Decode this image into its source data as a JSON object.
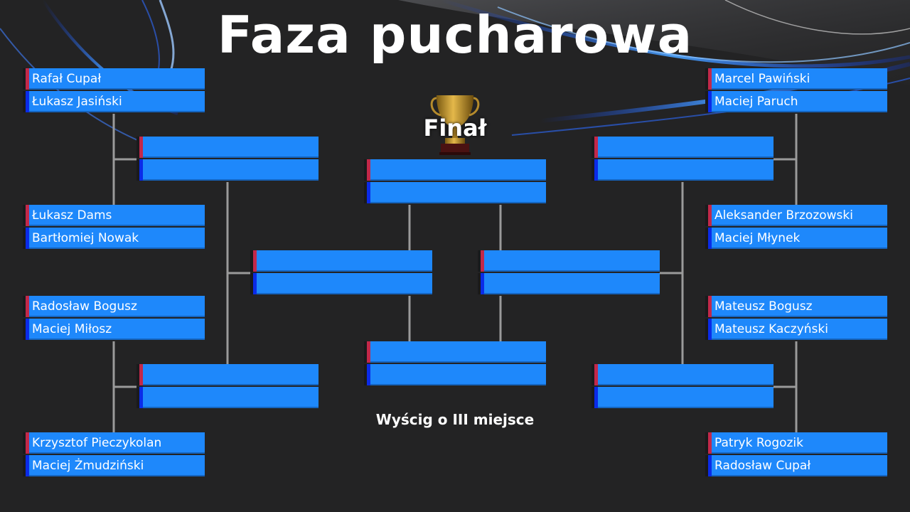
{
  "title": "Faza pucharowa",
  "final_label": "Finał",
  "third_place_label": "Wyścig o III miejsce",
  "left": {
    "round1": [
      {
        "p1": "Rafał Cupał",
        "p2": "Łukasz Jasiński"
      },
      {
        "p1": "Łukasz Dams",
        "p2": "Bartłomiej Nowak"
      },
      {
        "p1": "Radosław Bogusz",
        "p2": "Maciej Miłosz"
      },
      {
        "p1": "Krzysztof Pieczykolan",
        "p2": "Maciej Żmudziński"
      }
    ],
    "round2": [
      {
        "p1": "",
        "p2": ""
      },
      {
        "p1": "",
        "p2": ""
      }
    ],
    "semi": {
      "p1": "",
      "p2": ""
    }
  },
  "right": {
    "round1": [
      {
        "p1": "Marcel Pawiński",
        "p2": "Maciej Paruch"
      },
      {
        "p1": "Aleksander Brzozowski",
        "p2": "Maciej Młynek"
      },
      {
        "p1": "Mateusz Bogusz",
        "p2": "Mateusz Kaczyński"
      },
      {
        "p1": "Patryk Rogozik",
        "p2": "Radosław Cupał"
      }
    ],
    "round2": [
      {
        "p1": "",
        "p2": ""
      },
      {
        "p1": "",
        "p2": ""
      }
    ],
    "semi": {
      "p1": "",
      "p2": ""
    }
  },
  "final": {
    "p1": "",
    "p2": ""
  },
  "third_place": {
    "p1": "",
    "p2": ""
  },
  "colors": {
    "background": "#232324",
    "slot": "#1e88fb",
    "stripe_top": "#c2284a",
    "stripe_bottom": "#0a2be8",
    "connector": "#9a9a9a"
  },
  "icons": {
    "trophy": "trophy-icon"
  }
}
